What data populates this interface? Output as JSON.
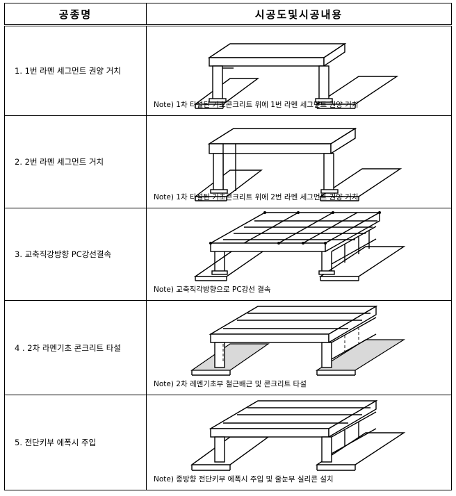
{
  "header": {
    "col1": "공종명",
    "col2": "시공도및시공내용"
  },
  "rows": [
    {
      "label": "1. 1번 라멘 세그먼트 권양 거치",
      "note": "Note) 1차 타설된 기초콘크리트 위에 1번 라멘 세그먼트 권양 거치"
    },
    {
      "label": "2. 2번 라멘 세그먼트 거치",
      "note": "Note) 1차 타설된 기초콘크리트 위에 2번 라멘 세그먼트 권양 거치"
    },
    {
      "label": "3. 교축직강방향 PC강선결속",
      "note": "Note) 교축직각방향으로 PC강선 결속"
    },
    {
      "label": "4 . 2차 라멘기초 콘크리트 타설",
      "note": "Note) 2차 레멘기초부 철근배근 및 콘크리트 타설"
    },
    {
      "label": "5. 전단키부 에폭시 주입",
      "note": "Note) 종방향 전단키부 에폭시 주입 및 줄눈부 실리콘 설치"
    }
  ]
}
